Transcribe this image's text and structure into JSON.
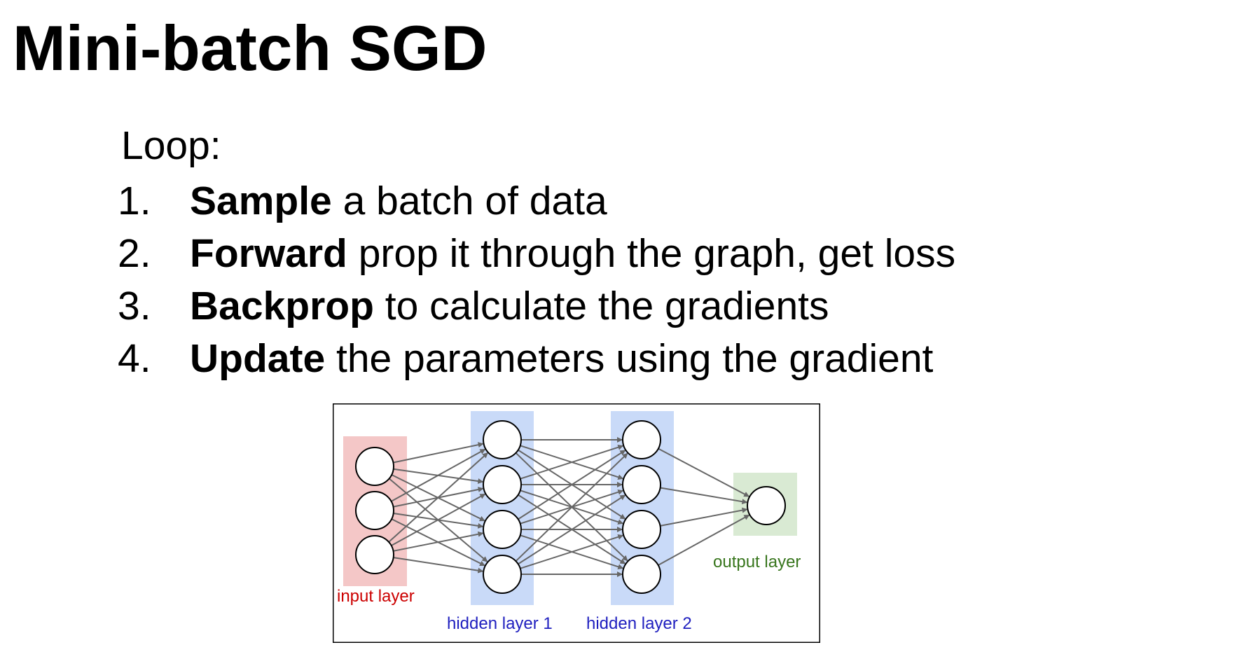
{
  "slide": {
    "title": "Mini-batch SGD",
    "loop_label": "Loop:",
    "steps": [
      {
        "number": "1.",
        "bold": "Sample",
        "rest": " a batch of data"
      },
      {
        "number": "2.",
        "bold": "Forward",
        "rest": " prop it through the graph, get loss"
      },
      {
        "number": "3.",
        "bold": "Backprop",
        "rest": " to calculate the gradients"
      },
      {
        "number": "4.",
        "bold": "Update",
        "rest": " the parameters using the gradient"
      }
    ]
  },
  "diagram": {
    "labels": {
      "input": "input layer",
      "hidden1": "hidden layer 1",
      "hidden2": "hidden layer 2",
      "output": "output layer"
    },
    "layer_sizes": [
      3,
      4,
      4,
      1
    ],
    "colors": {
      "input_band": "#f4c7c7",
      "hidden_band": "#c9daf8",
      "output_band": "#d9ead3",
      "input_label": "#cc0000",
      "hidden_label": "#1f1fbf",
      "output_label": "#38761d",
      "edge": "#666666",
      "node_stroke": "#000000",
      "frame": "#000000"
    }
  }
}
